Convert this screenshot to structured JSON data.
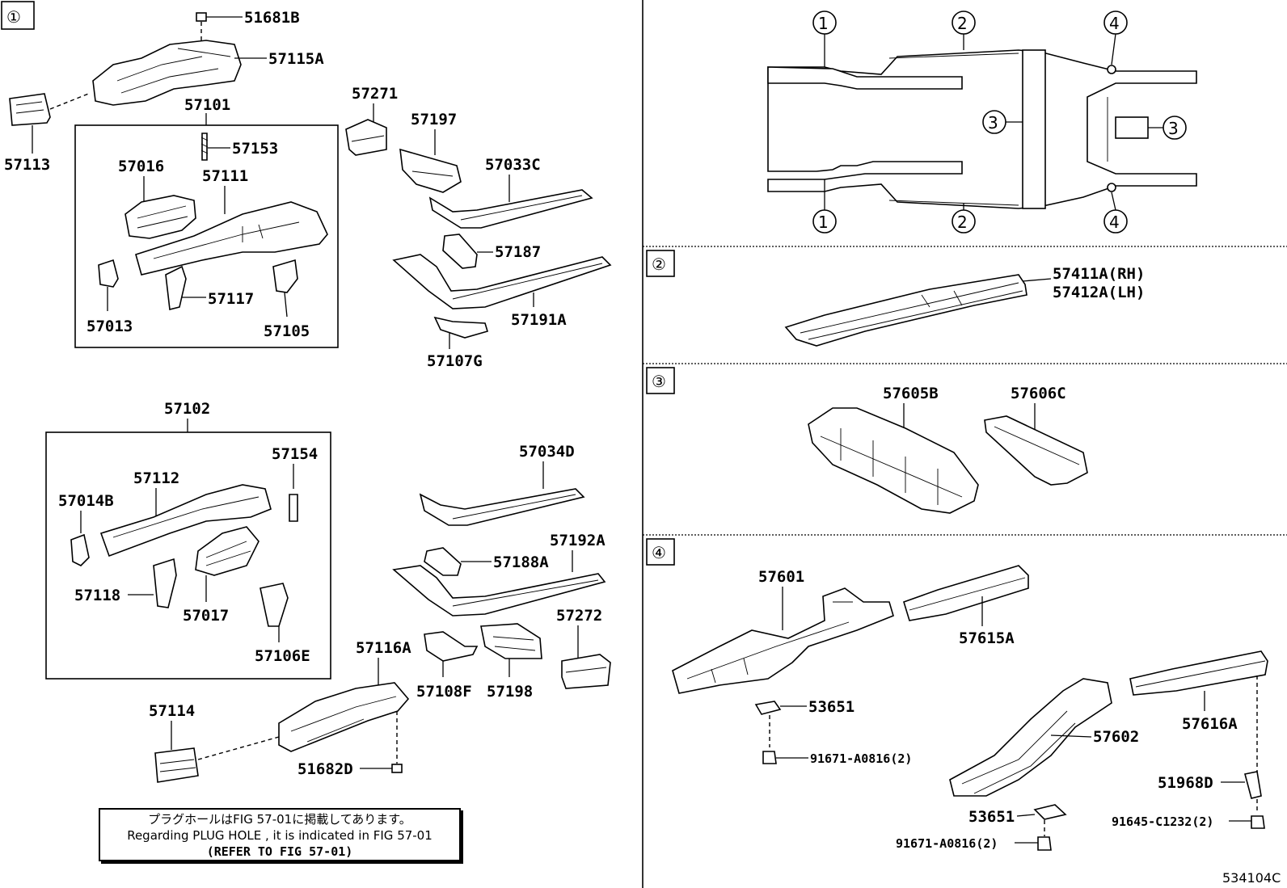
{
  "diagram_code": "534104C",
  "markers": {
    "m1": "①",
    "m2": "②",
    "m3": "③",
    "m4": "④"
  },
  "labels": {
    "p51681B": "51681B",
    "p57115A": "57115A",
    "p57113": "57113",
    "p57101": "57101",
    "p57153": "57153",
    "p57016": "57016",
    "p57111": "57111",
    "p57013": "57013",
    "p57117": "57117",
    "p57105": "57105",
    "p57271": "57271",
    "p57197": "57197",
    "p57033C": "57033C",
    "p57187": "57187",
    "p57191A": "57191A",
    "p57107G": "57107G",
    "p57102": "57102",
    "p57154": "57154",
    "p57112": "57112",
    "p57014B": "57014B",
    "p57118": "57118",
    "p57017": "57017",
    "p57106E": "57106E",
    "p57034D": "57034D",
    "p57192A": "57192A",
    "p57188A": "57188A",
    "p57272": "57272",
    "p57116A": "57116A",
    "p57108F": "57108F",
    "p57198": "57198",
    "p57114": "57114",
    "p51682D": "51682D",
    "p57411A": "57411A(RH)",
    "p57412A": "57412A(LH)",
    "p57605B": "57605B",
    "p57606C": "57606C",
    "p57601": "57601",
    "p57615A": "57615A",
    "p53651a": "53651",
    "p91671a": "91671-A0816(2)",
    "p57602": "57602",
    "p57616A": "57616A",
    "p51968D": "51968D",
    "p53651b": "53651",
    "p91645": "91645-C1232(2)",
    "p91671b": "91671-A0816(2)"
  },
  "note": {
    "line_jp": "プラグホールはFIG 57-01に掲載してあります。",
    "line_en": "Regarding  PLUG  HOLE , it is indicated in FIG  57-01",
    "line_ref": "(REFER TO FIG 57-01)"
  }
}
